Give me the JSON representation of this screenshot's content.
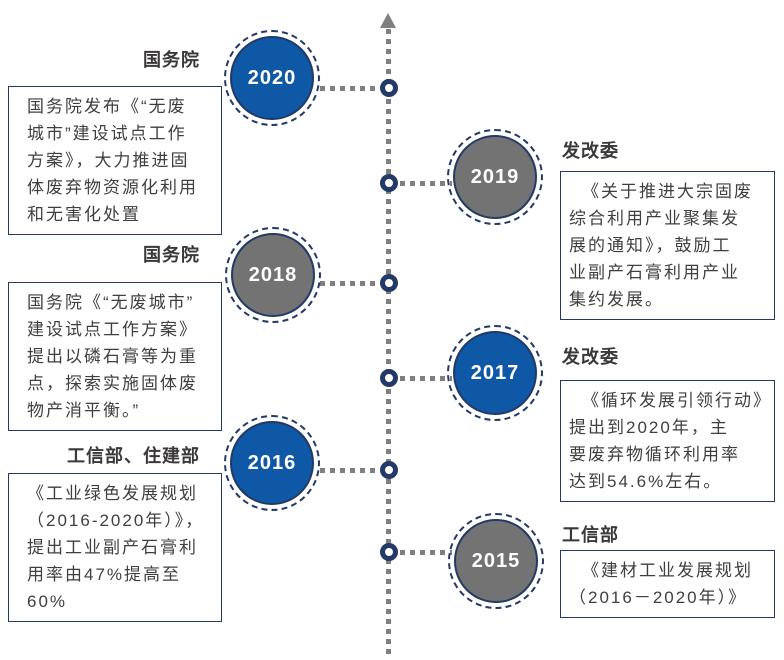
{
  "page": {
    "background": "#ffffff"
  },
  "colors": {
    "blue_circle": "#0e58a5",
    "gray_circle": "#737373",
    "ring_and_border_navy": "#233a66",
    "dotted_line_gray": "#7f7f7f",
    "body_text": "#3f3f3f",
    "header_text": "#3b3838",
    "year_text": "#ffffff"
  },
  "timeline": {
    "axis": {
      "style": "vertical-dotted",
      "arrow_direction": "up"
    },
    "items": [
      {
        "year": "2020",
        "agency": "国务院",
        "side": "left",
        "circle_color": "blue",
        "description": "国务院发布《“无废\n城市”建设试点工作\n方案》，大力推进固\n体废弃物资源化利用\n和无害化处置"
      },
      {
        "year": "2019",
        "agency": "发改委",
        "side": "right",
        "circle_color": "gray",
        "description": "《关于推进大宗固废\n综合利用产业聚集发\n展的通知》，鼓励工\n业副产石膏利用产业\n集约发展。"
      },
      {
        "year": "2018",
        "agency": "国务院",
        "side": "left",
        "circle_color": "gray",
        "description": "国务院《“无废城市”\n建设试点工作方案》\n提出以磷石膏等为重\n点，探索实施固体废\n物产消平衡。”"
      },
      {
        "year": "2017",
        "agency": "发改委",
        "side": "right",
        "circle_color": "blue",
        "description": "《循环发展引领行动》\n提出到2020年，主\n要废弃物循环利用率\n达到54.6%左右。"
      },
      {
        "year": "2016",
        "agency": "工信部、住建部",
        "side": "left",
        "circle_color": "blue",
        "description": "《工业绿色发展规划\n（2016-2020年）》，\n提出工业副产石膏利\n用率由47%提高至\n60%"
      },
      {
        "year": "2015",
        "agency": "工信部",
        "side": "right",
        "circle_color": "gray",
        "description": "《建材工业发展规划\n（2016－2020年）》"
      }
    ]
  }
}
